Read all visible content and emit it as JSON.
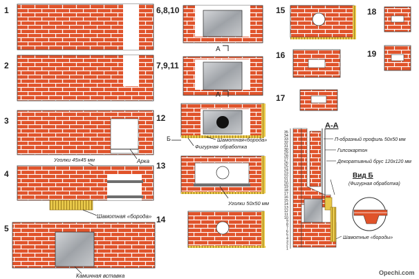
{
  "colors": {
    "brick": "#e0532a",
    "mortar": "#ffffff",
    "chamotte": "#e8c84a",
    "insert": "#b9bcc0",
    "steel": "#6e6e6e",
    "text": "#222222",
    "outline": "#3a3a3a"
  },
  "row_numbers": {
    "r1": "1",
    "r2": "2",
    "r3": "3",
    "r4": "4",
    "r5": "5",
    "r6810": "6,8,10",
    "r7911": "7,9,11",
    "r12": "12",
    "r13": "13",
    "r14": "14",
    "r15": "15",
    "r16": "16",
    "r17": "17",
    "r18": "18",
    "r19": "19"
  },
  "labels": {
    "arch": "Арка",
    "angles_45": "Уголки 45х45 мм",
    "chamotte_beard": "Шамотная «борода»",
    "fireplace_insert": "Каминная вставка",
    "section_mark_a": "А",
    "section_mark_b": "Б",
    "chamotte_beard_12": "Шамотная«борода»",
    "figured_finish": "Фигурная обработка",
    "angles_50": "Уголки 50х50 мм",
    "section_title": "А-А",
    "p_profile": "П-образный профиль 50х50 мм",
    "drywall": "Гипсокартон",
    "decor_beam": "Декоративный брус 120х120 мм",
    "view_b": "Вид Б",
    "view_b_sub": "(Фигурная обработка)",
    "chamotte_beards": "Шамотные «бороды»",
    "watermark": "Opechi.com"
  },
  "ruler_numbers": [
    "35",
    "34",
    "33",
    "32",
    "31",
    "30",
    "29",
    "28",
    "27",
    "26",
    "25",
    "24",
    "23",
    "22",
    "21",
    "20",
    "19",
    "18",
    "17",
    "16",
    "15",
    "14",
    "13",
    "12",
    "11",
    "10",
    "9",
    "8",
    "7",
    "6",
    "5",
    "4",
    "3",
    "2",
    "1"
  ]
}
